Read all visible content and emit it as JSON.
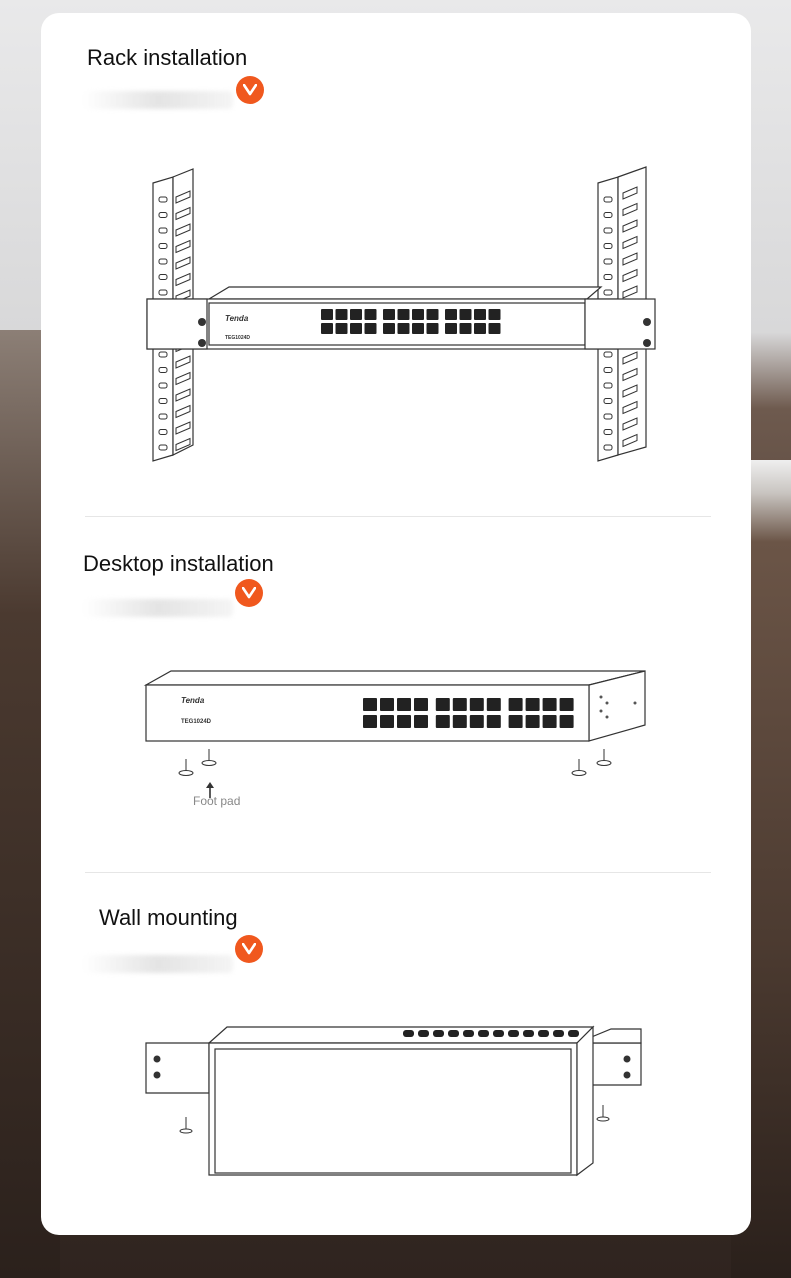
{
  "sections": [
    {
      "title": "Rack installation"
    },
    {
      "title": "Desktop installation"
    },
    {
      "title": "Wall mounting"
    }
  ],
  "device": {
    "brand": "Tenda",
    "model": "TEG1024D"
  },
  "desktop": {
    "foot_label": "Foot pad"
  },
  "colors": {
    "accent": "#f0581e",
    "card": "#ffffff",
    "line": "#333333"
  },
  "icons": {
    "section_arrow": "chevron-down-icon"
  }
}
